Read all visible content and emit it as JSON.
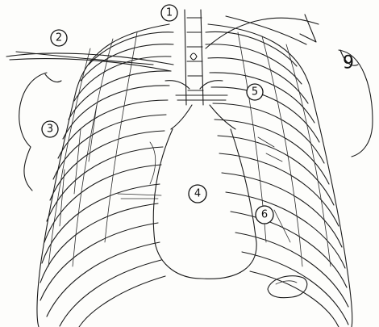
{
  "markers": [
    {
      "id": "1",
      "label": "1"
    },
    {
      "id": "2",
      "label": "2"
    },
    {
      "id": "3",
      "label": "3"
    },
    {
      "id": "4",
      "label": "4"
    },
    {
      "id": "5",
      "label": "5"
    },
    {
      "id": "6",
      "label": "6"
    },
    {
      "id": "9",
      "label": "9"
    }
  ],
  "colors": {
    "ink": "#1b1b1b",
    "paper": "#fdfdfb"
  }
}
